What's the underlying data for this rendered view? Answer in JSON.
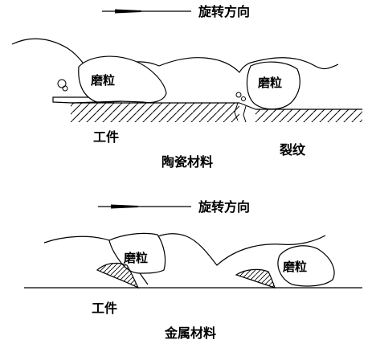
{
  "colors": {
    "line": "#000000",
    "background": "#ffffff"
  },
  "ceramic": {
    "rotation_label": "旋转方向",
    "grain_labels": [
      "磨粒",
      "磨粒"
    ],
    "workpiece_label": "工件",
    "material_label": "陶瓷材料",
    "crack_label": "裂纹"
  },
  "metal": {
    "rotation_label": "旋转方向",
    "grain_labels": [
      "磨粒",
      "磨粒"
    ],
    "workpiece_label": "工件",
    "material_label": "金属材料"
  }
}
